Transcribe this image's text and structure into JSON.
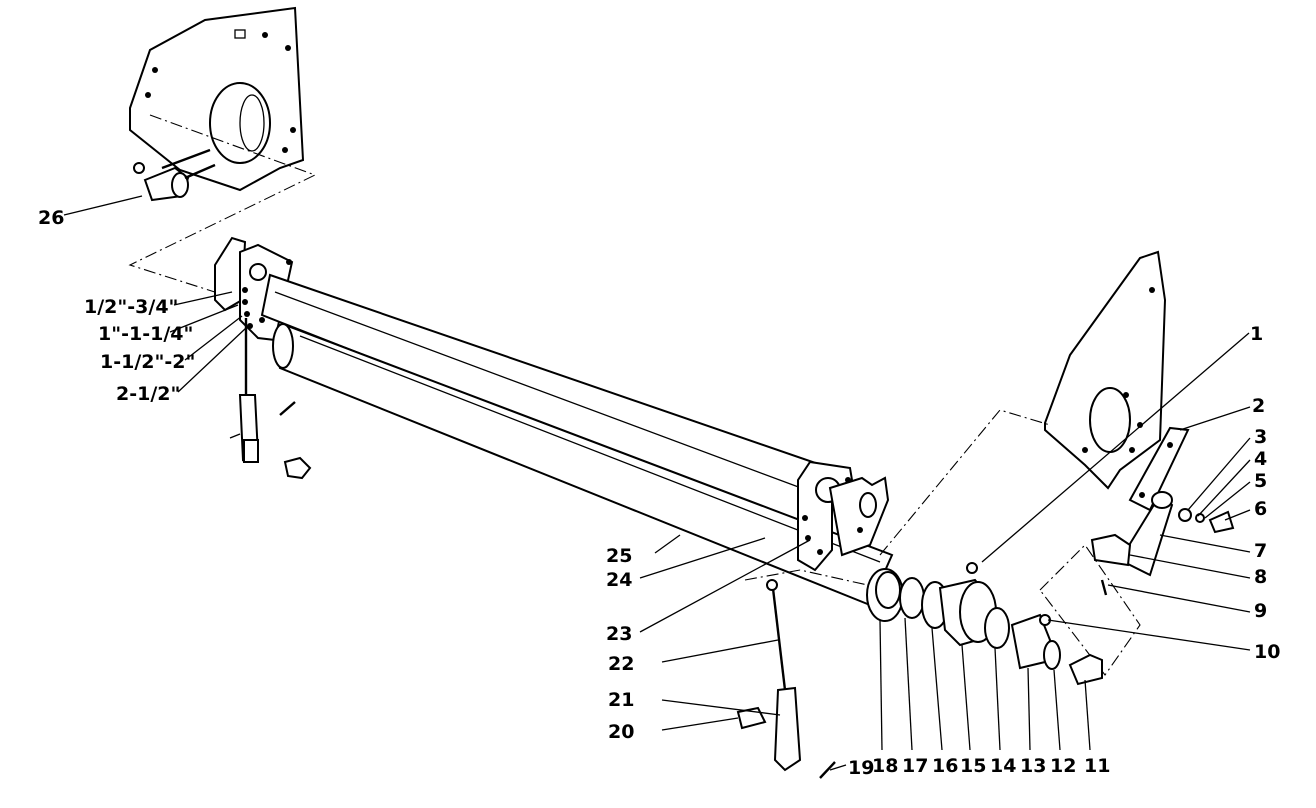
{
  "diagram": {
    "callouts": [
      {
        "id": "1",
        "text": "1"
      },
      {
        "id": "2",
        "text": "2"
      },
      {
        "id": "3",
        "text": "3"
      },
      {
        "id": "4",
        "text": "4"
      },
      {
        "id": "5",
        "text": "5"
      },
      {
        "id": "6",
        "text": "6"
      },
      {
        "id": "7",
        "text": "7"
      },
      {
        "id": "8",
        "text": "8"
      },
      {
        "id": "9",
        "text": "9"
      },
      {
        "id": "10",
        "text": "10"
      },
      {
        "id": "11",
        "text": "11"
      },
      {
        "id": "12",
        "text": "12"
      },
      {
        "id": "13",
        "text": "13"
      },
      {
        "id": "14",
        "text": "14"
      },
      {
        "id": "15",
        "text": "15"
      },
      {
        "id": "16",
        "text": "16"
      },
      {
        "id": "17",
        "text": "17"
      },
      {
        "id": "18",
        "text": "18"
      },
      {
        "id": "19",
        "text": "19"
      },
      {
        "id": "20",
        "text": "20"
      },
      {
        "id": "21",
        "text": "21"
      },
      {
        "id": "22",
        "text": "22"
      },
      {
        "id": "23",
        "text": "23"
      },
      {
        "id": "24",
        "text": "24"
      },
      {
        "id": "25",
        "text": "25"
      },
      {
        "id": "26",
        "text": "26"
      }
    ],
    "height_settings": [
      {
        "id": "h1",
        "text": "1/2\"-3/4\""
      },
      {
        "id": "h2",
        "text": "1\"-1-1/4\""
      },
      {
        "id": "h3",
        "text": "1-1/2\"-2\""
      },
      {
        "id": "h4",
        "text": "2-1/2\""
      }
    ]
  }
}
